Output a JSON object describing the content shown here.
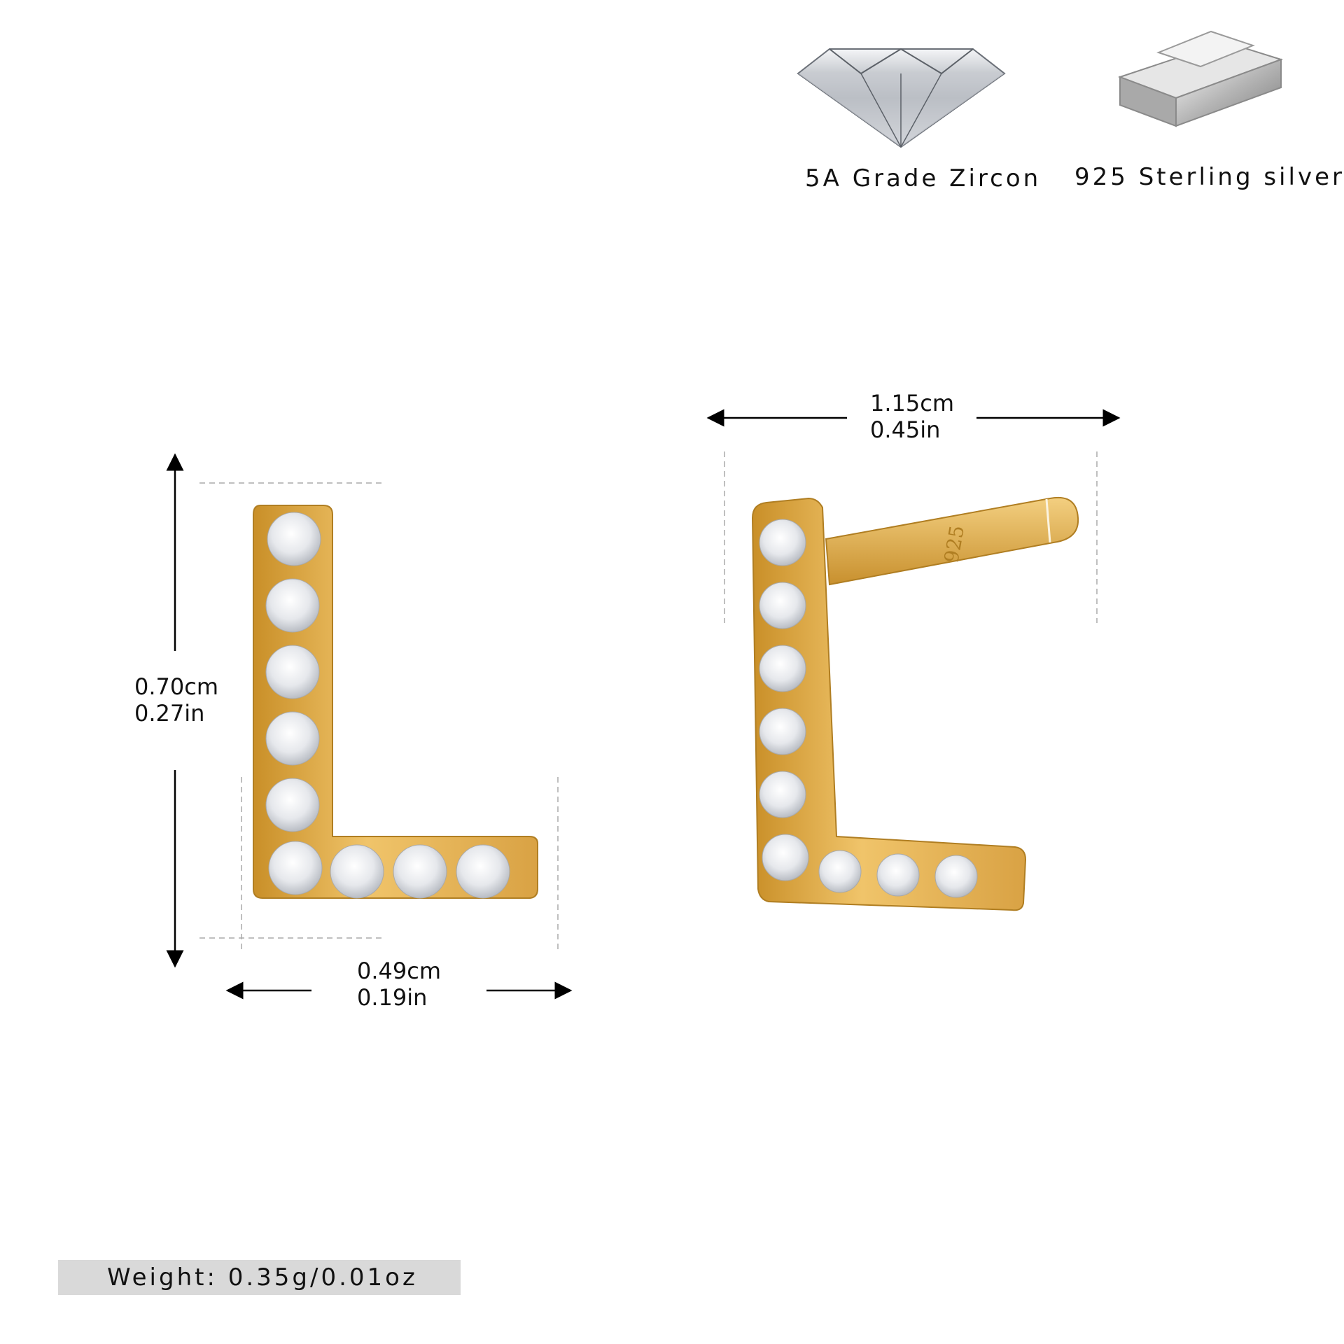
{
  "features": {
    "zircon_label": "5A Grade Zircon",
    "silver_label": "925 Sterling silver"
  },
  "dimensions": {
    "height_cm": "0.70cm",
    "height_in": "0.27in",
    "width_cm": "0.49cm",
    "width_in": "0.19in",
    "depth_cm": "1.15cm",
    "depth_in": "0.45in"
  },
  "post_stamp": "925",
  "weight": "Weight: 0.35g/0.01oz",
  "colors": {
    "gold": "#e3b04f",
    "gold_dark": "#c08a2a",
    "stone": "#f2f3f5",
    "silver": "#c8c8c8"
  }
}
